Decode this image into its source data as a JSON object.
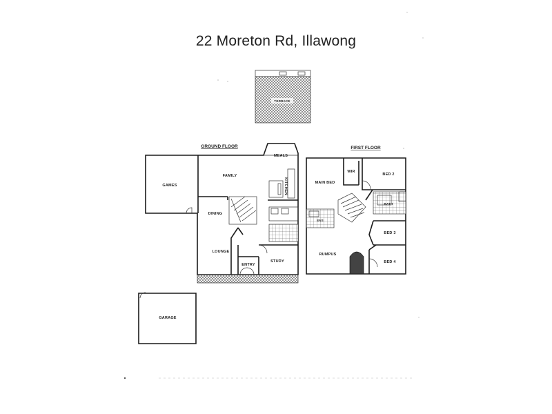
{
  "title": "22 Moreton Rd, Illawong",
  "site": {
    "terrace_label": "TERRACE",
    "garage_label": "GARAGE"
  },
  "ground_floor": {
    "heading": "GROUND FLOOR",
    "rooms": {
      "meals": "MEALS",
      "family": "FAMILY",
      "games": "GAMES",
      "kitchen": "KITCHEN",
      "dining": "DINING",
      "lounge": "LOUNGE",
      "entry": "ENTRY",
      "study": "STUDY"
    }
  },
  "first_floor": {
    "heading": "FIRST FLOOR",
    "rooms": {
      "wir": "WIR",
      "main_bed": "MAIN BED",
      "bed2": "BED 2",
      "bath": "BATH",
      "ens": "ENS",
      "bed3": "BED 3",
      "rumpus": "RUMPUS",
      "bed4": "BED 4"
    }
  }
}
